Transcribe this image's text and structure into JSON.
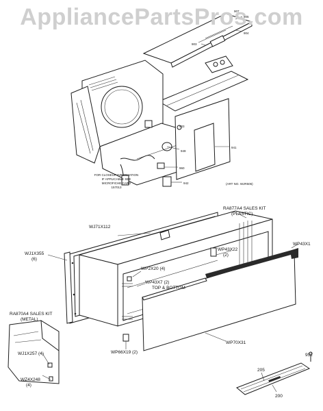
{
  "watermark": "AppliancePartsPros.com",
  "upper_assembly": {
    "callouts": {
      "c907": "907",
      "c905": "905",
      "c904": "904",
      "c903": "903",
      "c903b": "903",
      "c949": "949",
      "c960": "960",
      "c942": "942",
      "c941": "941"
    },
    "note_lines": [
      "FOR CLOSEUP INFORMATION",
      "IF APPLICABLE SEE",
      "MICROFICHE CARD",
      "157013"
    ],
    "part_no": "(ART NO. WJR506)"
  },
  "lower_assembly": {
    "labels": {
      "plastic_kit": "RA877A4 SALES KIT",
      "plastic_kit_sub": "(PLASTIC)",
      "wj71x112": "WJ71X112",
      "wj1x355": "WJ1X355",
      "wj1x355_qty": "(6)",
      "wp43x22": "WP43X22",
      "wp43x22_qty": "(2)",
      "wp43x1": "WP43X1",
      "wp2x20": "WP2X20 (4)",
      "wp43x7": "WP43X7 (2)",
      "top_bottom": "TOP & BOTTOM",
      "metal_kit": "RA870A4 SALES KIT",
      "metal_kit_sub": "(METAL)",
      "wj1x257": "WJ1X257 (4)",
      "wz4x248": "WZ4X248",
      "wz4x248_qty": "(4)",
      "wp66x19": "WP66X19 (2)",
      "wp70x31": "WP70X31",
      "p952": "952",
      "p205": "205",
      "p200": "200"
    }
  }
}
